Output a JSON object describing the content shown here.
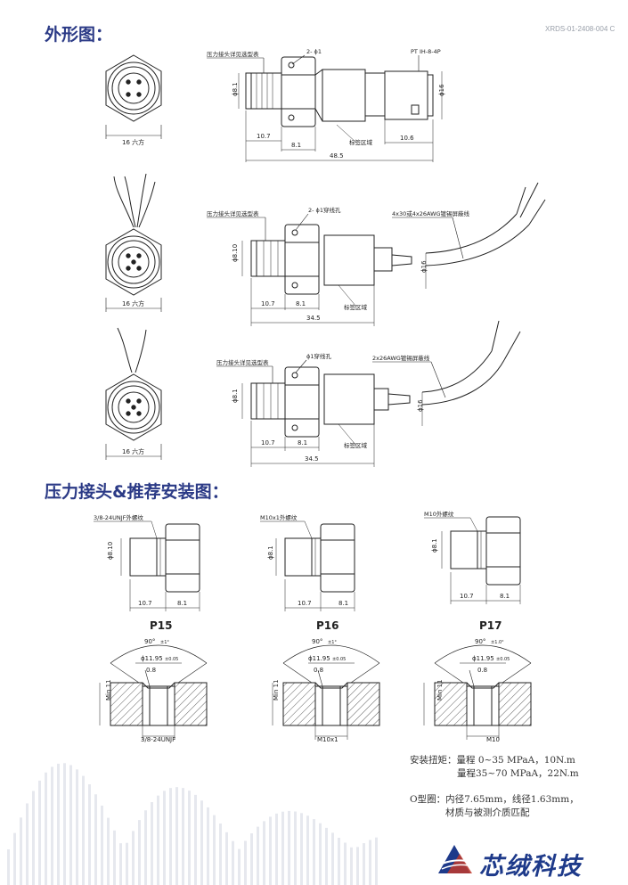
{
  "header": {
    "section1_title": "外形图：",
    "doc_id": "XRDS-01-2408-004 C"
  },
  "drawing1": {
    "pressure_label": "压力接头详见选型表",
    "hole_label": "2- ϕ1",
    "connector_label": "PT IH-8-4P",
    "dim_thread": "ϕ8.1",
    "dim_body": "ϕ16",
    "dim_10_7": "10.7",
    "dim_8_1": "8.1",
    "dim_10_6": "10.6",
    "dim_total": "48.5",
    "label_area": "标签区域",
    "hex_label": "16 六方"
  },
  "drawing2": {
    "pressure_label": "压力接头详见选型表",
    "hole_label": "2- ϕ1穿线孔",
    "cable_label": "4x30或4x26AWG镀锡屏蔽线",
    "dim_thread": "ϕ8.10",
    "dim_body": "ϕ16",
    "dim_10_7": "10.7",
    "dim_8_1": "8.1",
    "dim_total": "34.5",
    "label_area": "标签区域",
    "hex_label": "16 六方"
  },
  "drawing3": {
    "pressure_label": "压力接头详见选型表",
    "hole_label": "ϕ1穿线孔",
    "cable_label": "2x26AWG镀锡屏蔽线",
    "dim_thread": "ϕ8.1",
    "dim_body": "ϕ16",
    "dim_10_7": "10.7",
    "dim_8_1": "8.1",
    "dim_total": "34.5",
    "label_area": "标签区域",
    "hex_label": "16 六方"
  },
  "section2_title": "压力接头&推荐安装图：",
  "fittings": [
    {
      "thread_label": "3/8-24UNJF外螺纹",
      "dim_d": "ϕ8.10",
      "dim_a": "10.7",
      "dim_b": "8.1",
      "name": "P15",
      "angle": "90°",
      "angle_tol": "±1°",
      "dia": "ϕ11.95",
      "dia_tol": "±0.05",
      "chamfer": "0.8",
      "min": "Min 11",
      "bottom": "3/8-24UNJF"
    },
    {
      "thread_label": "M10x1外螺纹",
      "dim_d": "ϕ8.1",
      "dim_a": "10.7",
      "dim_b": "8.1",
      "name": "P16",
      "angle": "90°",
      "angle_tol": "±1°",
      "dia": "ϕ11.95",
      "dia_tol": "±0.05",
      "chamfer": "0.8",
      "min": "Min 11",
      "bottom": "M10x1"
    },
    {
      "thread_label": "M10外螺纹",
      "dim_d": "ϕ8.1",
      "dim_a": "10.7",
      "dim_b": "8.1",
      "name": "P17",
      "angle": "90°",
      "angle_tol": "±1.0°",
      "dia": "ϕ11.95",
      "dia_tol": "±0.05",
      "chamfer": "0.8",
      "min": "Min 11",
      "bottom": "M10"
    }
  ],
  "specs": {
    "torque_label": "安装扭矩：",
    "torque_line1": "量程  0~35 MPaA，10N.m",
    "torque_line2": "量程35~70 MPaA，22N.m",
    "oring_label": "O型圈：",
    "oring_line1": "内径7.65mm，线径1.63mm，",
    "oring_line2": "材质与被测介质匹配"
  },
  "brand": {
    "name": "芯绒科技"
  },
  "colors": {
    "title": "#2b3a86",
    "brand": "#1e3a8a",
    "line": "#222222"
  }
}
